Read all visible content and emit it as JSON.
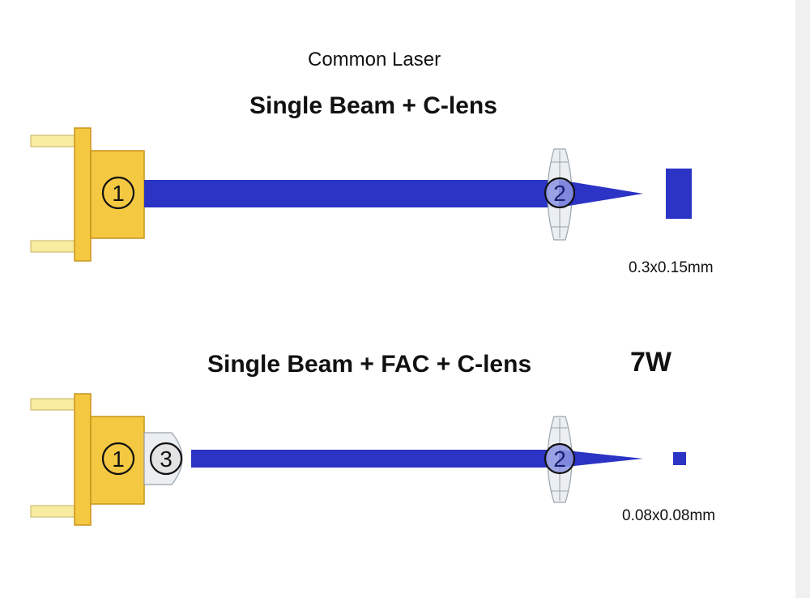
{
  "title": "Common Laser",
  "colors": {
    "beam": "#2b34c4",
    "mount": "#f5c842",
    "mount_stroke": "#c8941a",
    "pin": "#f7eca0",
    "lens": "#e9edf1"
  },
  "setups": [
    {
      "heading": "Single Beam + C-lens",
      "components": [
        {
          "marker": "1",
          "icon": "laser-diode-mount-icon"
        },
        {
          "marker": "2",
          "icon": "c-lens-icon"
        }
      ],
      "spot_size": "0.3x0.15mm"
    },
    {
      "heading": "Single Beam + FAC + C-lens",
      "power": "7W",
      "components": [
        {
          "marker": "1",
          "icon": "laser-diode-mount-icon"
        },
        {
          "marker": "3",
          "icon": "fac-lens-icon"
        },
        {
          "marker": "2",
          "icon": "c-lens-icon"
        }
      ],
      "spot_size": "0.08x0.08mm"
    }
  ]
}
